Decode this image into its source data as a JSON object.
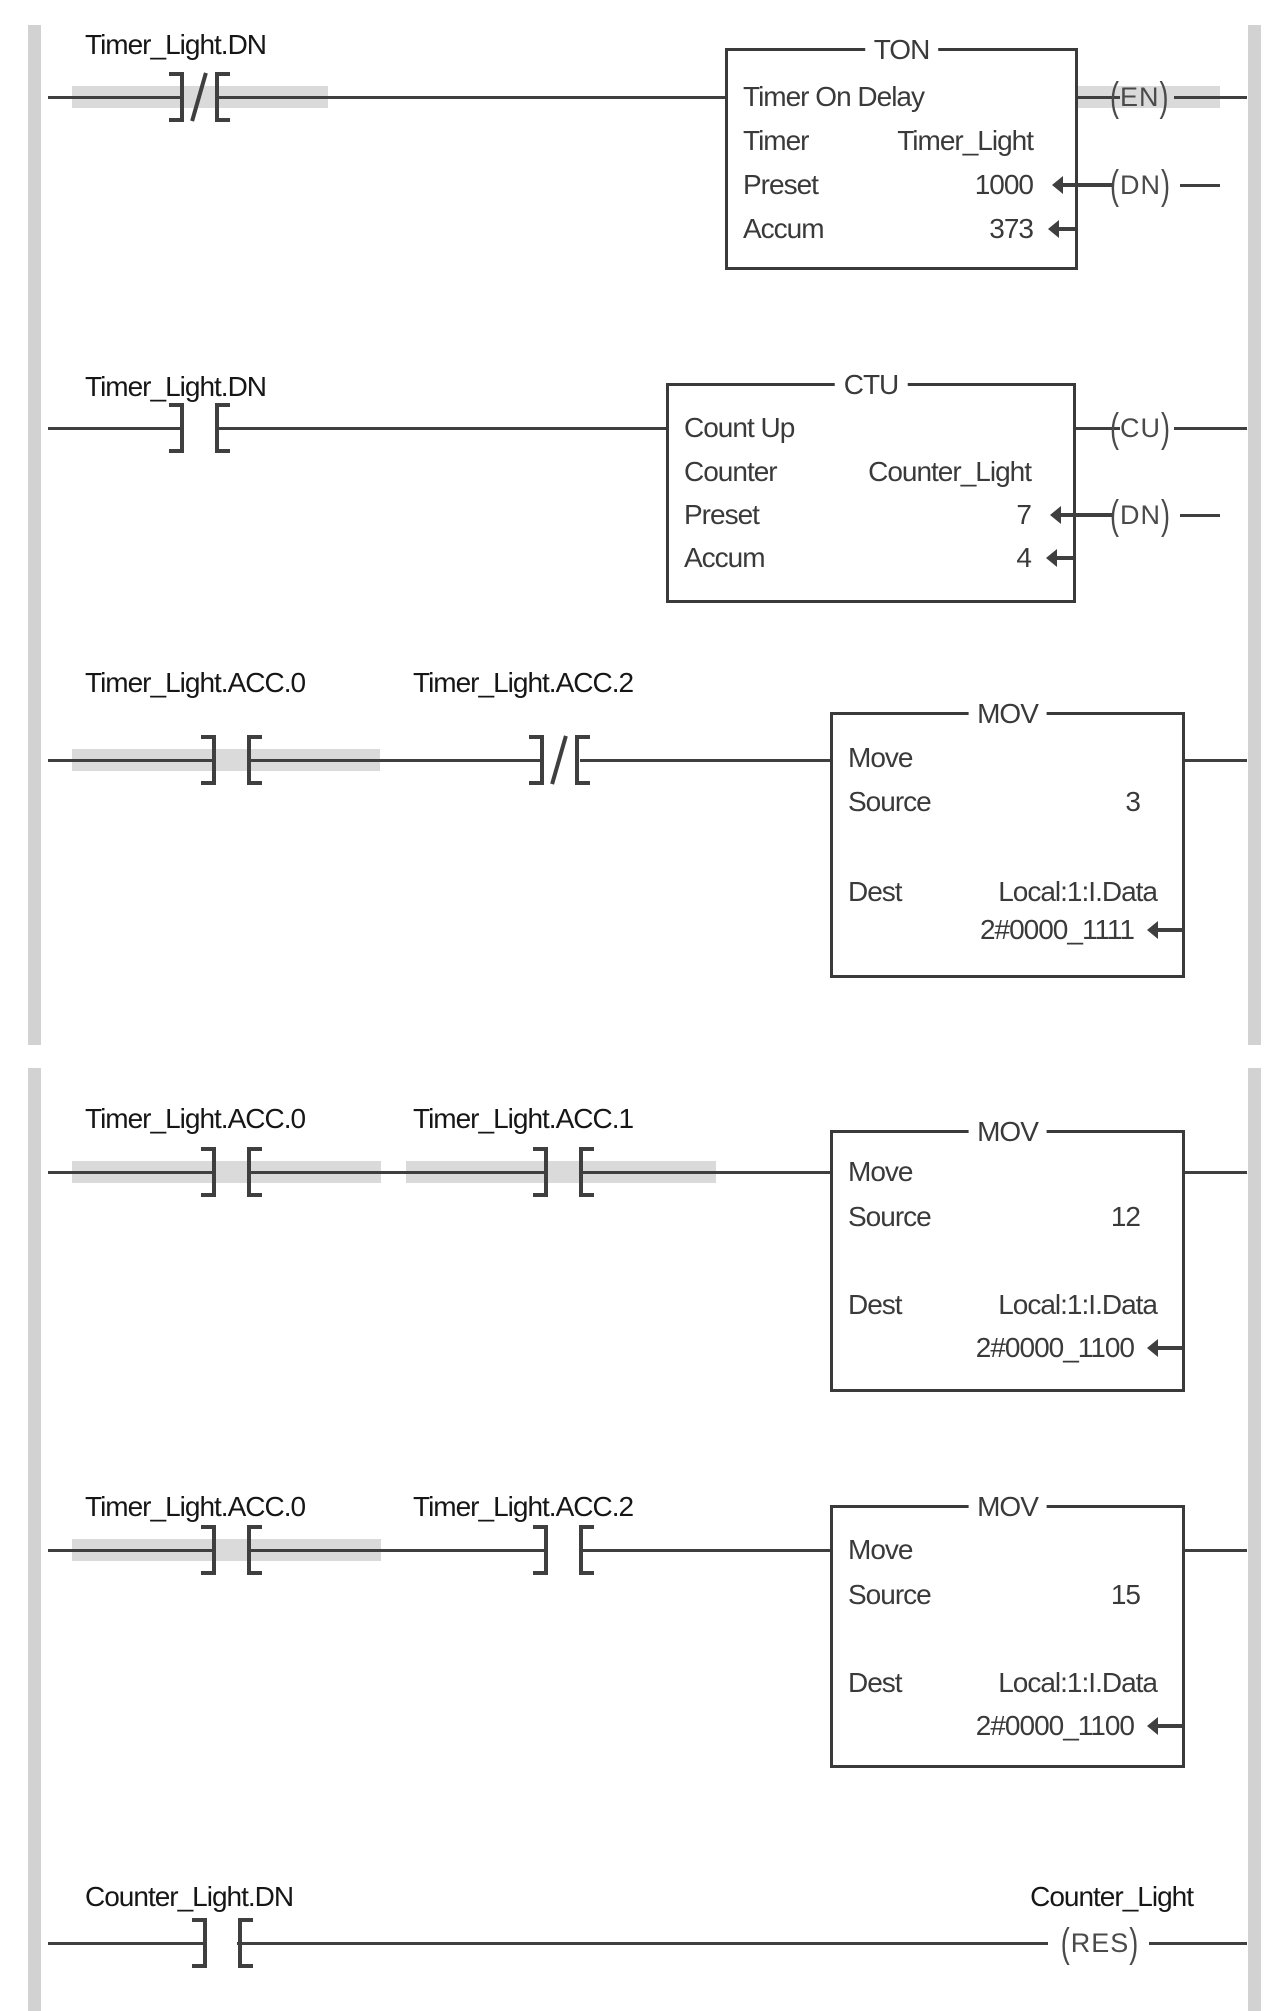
{
  "diagram_type": "plc-ladder-logic",
  "colors": {
    "wire": "#3f3f3f",
    "text": "#161616",
    "block_text": "#3a3a3a",
    "highlight_band": "#dadada",
    "power_rail": "#d2d2d2",
    "background": "#ffffff"
  },
  "glyphs": {
    "paren_open": "(",
    "paren_close": ")"
  },
  "rungs": [
    {
      "contacts": [
        {
          "tag": "Timer_Light.DN",
          "type": "normally-closed",
          "highlighted": true
        }
      ],
      "instruction": {
        "mnemonic": "TON",
        "description": "Timer On Delay",
        "params": [
          {
            "label": "Timer",
            "value": "Timer_Light"
          },
          {
            "label": "Preset",
            "value": "1000"
          },
          {
            "label": "Accum",
            "value": "373"
          }
        ]
      },
      "outputs": [
        {
          "label": "EN",
          "highlighted": true
        },
        {
          "label": "DN",
          "highlighted": false
        }
      ]
    },
    {
      "contacts": [
        {
          "tag": "Timer_Light.DN",
          "type": "normally-open",
          "highlighted": false
        }
      ],
      "instruction": {
        "mnemonic": "CTU",
        "description": "Count Up",
        "params": [
          {
            "label": "Counter",
            "value": "Counter_Light"
          },
          {
            "label": "Preset",
            "value": "7"
          },
          {
            "label": "Accum",
            "value": "4"
          }
        ]
      },
      "outputs": [
        {
          "label": "CU",
          "highlighted": false
        },
        {
          "label": "DN",
          "highlighted": false
        }
      ]
    },
    {
      "contacts": [
        {
          "tag": "Timer_Light.ACC.0",
          "type": "normally-open",
          "highlighted": true
        },
        {
          "tag": "Timer_Light.ACC.2",
          "type": "normally-closed",
          "highlighted": false
        }
      ],
      "instruction": {
        "mnemonic": "MOV",
        "description": "Move",
        "params": [
          {
            "label": "Source",
            "value": "3"
          },
          {
            "label": "Dest",
            "value": "Local:1:I.Data"
          },
          {
            "label": "",
            "value": "2#0000_1111"
          }
        ]
      },
      "outputs": []
    },
    {
      "contacts": [
        {
          "tag": "Timer_Light.ACC.0",
          "type": "normally-open",
          "highlighted": true
        },
        {
          "tag": "Timer_Light.ACC.1",
          "type": "normally-open",
          "highlighted": true
        }
      ],
      "instruction": {
        "mnemonic": "MOV",
        "description": "Move",
        "params": [
          {
            "label": "Source",
            "value": "12"
          },
          {
            "label": "Dest",
            "value": "Local:1:I.Data"
          },
          {
            "label": "",
            "value": "2#0000_1100"
          }
        ]
      },
      "outputs": []
    },
    {
      "contacts": [
        {
          "tag": "Timer_Light.ACC.0",
          "type": "normally-open",
          "highlighted": true
        },
        {
          "tag": "Timer_Light.ACC.2",
          "type": "normally-open",
          "highlighted": false
        }
      ],
      "instruction": {
        "mnemonic": "MOV",
        "description": "Move",
        "params": [
          {
            "label": "Source",
            "value": "15"
          },
          {
            "label": "Dest",
            "value": "Local:1:I.Data"
          },
          {
            "label": "",
            "value": "2#0000_1100"
          }
        ]
      },
      "outputs": []
    },
    {
      "contacts": [
        {
          "tag": "Counter_Light.DN",
          "type": "normally-open",
          "highlighted": false
        }
      ],
      "output_coil": {
        "tag": "Counter_Light",
        "label": "RES",
        "type": "reset"
      }
    }
  ]
}
